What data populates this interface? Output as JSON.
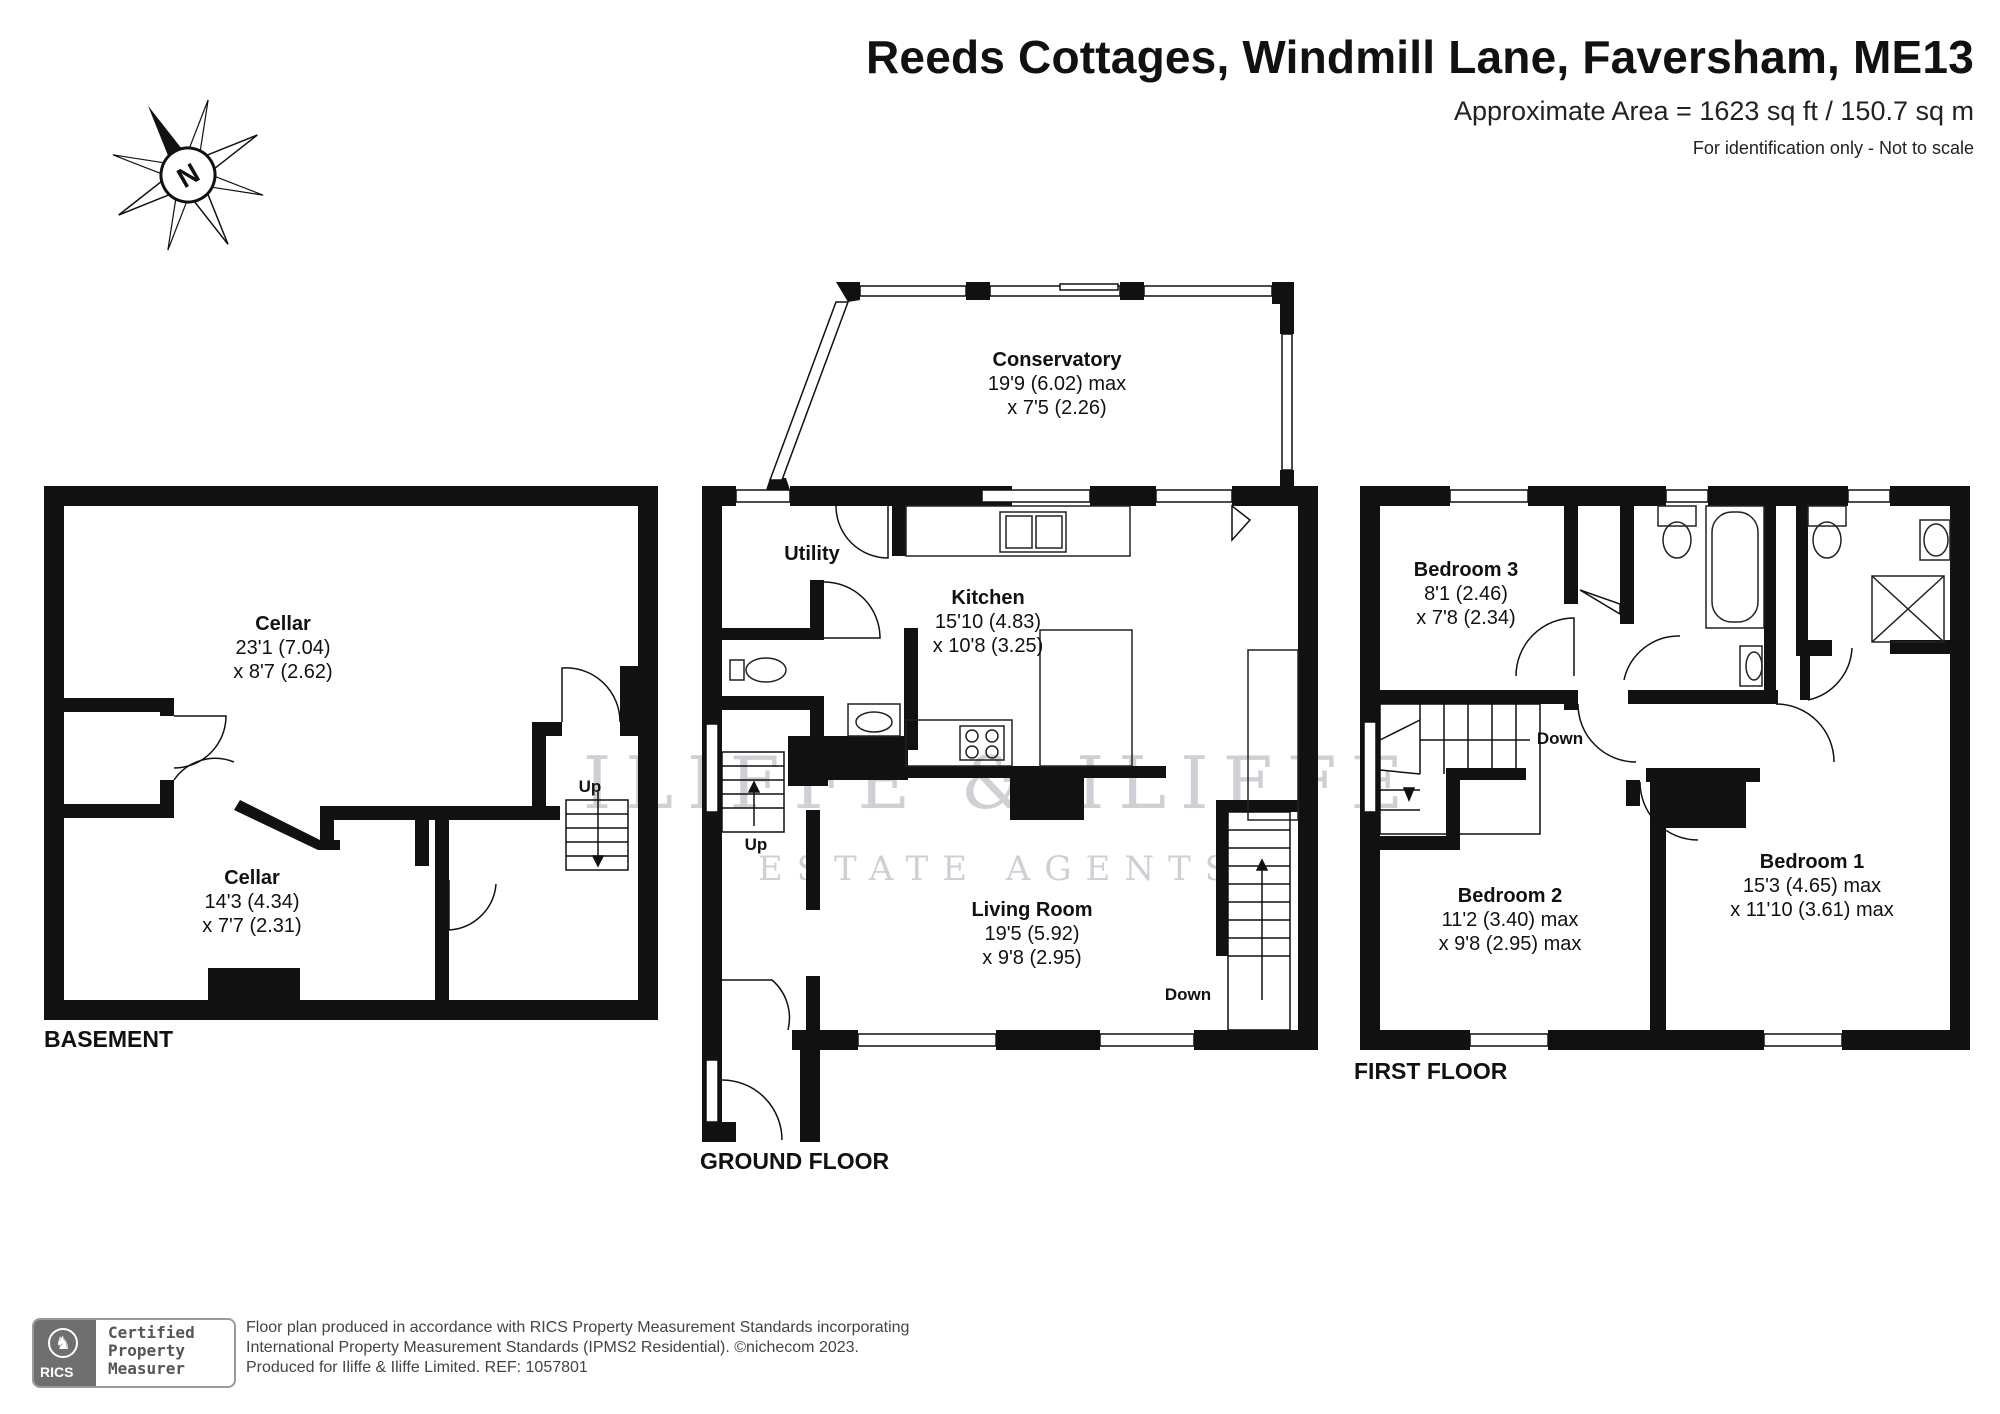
{
  "header": {
    "title": "Reeds Cottages, Windmill Lane, Faversham, ME13",
    "area": "Approximate Area = 1623 sq ft / 150.7 sq m",
    "note": "For identification only - Not to scale"
  },
  "compass": {
    "letter": "N",
    "icon": "compass-rose-icon"
  },
  "floors": {
    "basement": {
      "label": "BASEMENT"
    },
    "ground": {
      "label": "GROUND FLOOR"
    },
    "first": {
      "label": "FIRST FLOOR"
    }
  },
  "rooms": {
    "cellar_1": {
      "name": "Cellar",
      "dim1": "23'1 (7.04)",
      "dim2": "x 8'7 (2.62)"
    },
    "cellar_2": {
      "name": "Cellar",
      "dim1": "14'3 (4.34)",
      "dim2": "x 7'7 (2.31)"
    },
    "conservatory": {
      "name": "Conservatory",
      "dim1": "19'9 (6.02) max",
      "dim2": "x 7'5 (2.26)"
    },
    "utility": {
      "name": "Utility"
    },
    "kitchen": {
      "name": "Kitchen",
      "dim1": "15'10 (4.83)",
      "dim2": "x 10'8 (3.25)"
    },
    "living_room": {
      "name": "Living Room",
      "dim1": "19'5 (5.92)",
      "dim2": "x 9'8 (2.95)"
    },
    "bedroom_3": {
      "name": "Bedroom 3",
      "dim1": "8'1 (2.46)",
      "dim2": "x 7'8 (2.34)"
    },
    "bedroom_2": {
      "name": "Bedroom 2",
      "dim1": "11'2 (3.40) max",
      "dim2": "x 9'8 (2.95) max"
    },
    "bedroom_1": {
      "name": "Bedroom 1",
      "dim1": "15'3 (4.65) max",
      "dim2": "x 11'10 (3.61) max"
    }
  },
  "stairs": {
    "basement_up": "Up",
    "ground_up": "Up",
    "ground_down": "Down",
    "first_down": "Down"
  },
  "watermark": {
    "line1": "ILIFFE & ILIFFE",
    "line2": "ESTATE AGENTS"
  },
  "footer": {
    "line1": "Floor plan produced in accordance with RICS Property Measurement Standards incorporating",
    "line2": "International Property Measurement Standards (IPMS2 Residential).  ©nichecom 2023.",
    "line3": "Produced for Iliffe & Iliffe Limited.   REF:  1057801"
  },
  "badge": {
    "org": "RICS",
    "line1": "Certified",
    "line2": "Property",
    "line3": "Measurer"
  },
  "colors": {
    "wall": "#111111",
    "fixture": "#333333",
    "watermark": "#c9ccd1"
  }
}
